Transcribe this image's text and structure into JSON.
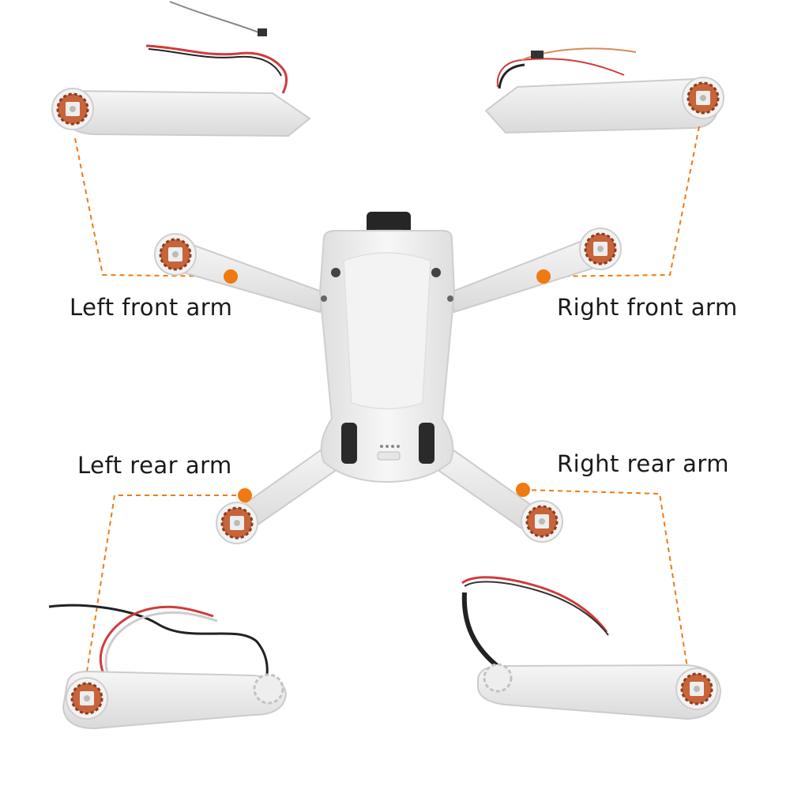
{
  "labels": {
    "left_front": "Left front arm",
    "right_front": "Right front arm",
    "left_rear": "Left rear arm",
    "right_rear": "Right rear arm"
  },
  "colors": {
    "accent": "#f07a10",
    "body": "#eeeeee",
    "shadow": "#d4d4d4",
    "copper": "#c8643a",
    "camera": "#262626",
    "wire_red": "#d23a3a",
    "wire_black": "#222222"
  }
}
